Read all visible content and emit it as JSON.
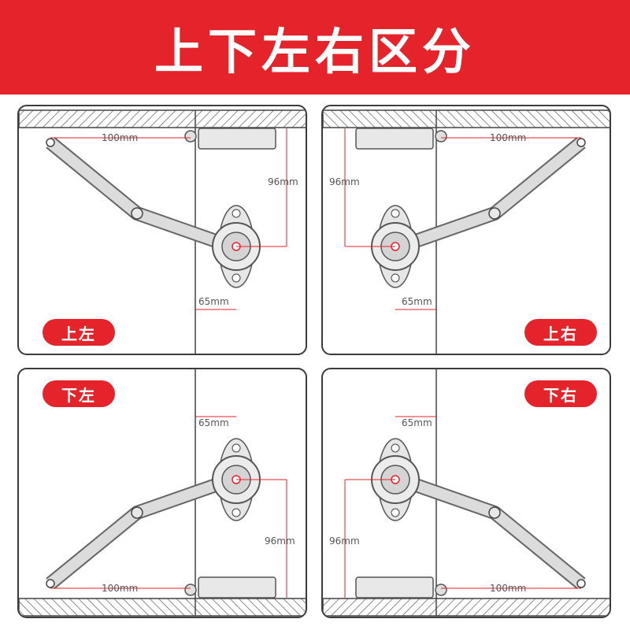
{
  "header": {
    "title": "上下左右区分"
  },
  "colors": {
    "accent": "#e5232b",
    "frame": "#3b3b3b",
    "hinge_fill": "#dcdcdc",
    "hinge_stroke": "#666666",
    "dimension_line": "#e5232b"
  },
  "dimensions": {
    "horizontal": "100mm",
    "vertical": "96mm",
    "offset": "65mm"
  },
  "panels": [
    {
      "label": "上左"
    },
    {
      "label": "上右"
    },
    {
      "label": "下左"
    },
    {
      "label": "下右"
    }
  ]
}
